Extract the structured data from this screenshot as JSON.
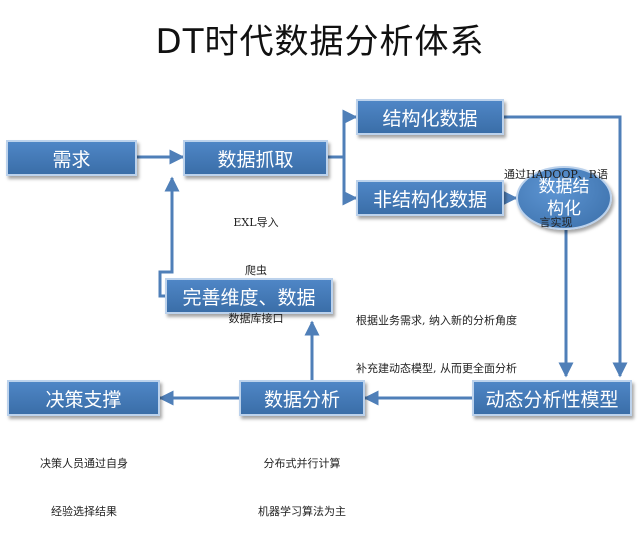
{
  "title": "DT时代数据分析体系",
  "nodes": {
    "demand": "需求",
    "data_capture": "数据抓取",
    "structured_data": "结构化数据",
    "unstructured_data": "非结构化数据",
    "data_structuring": "数据结构化",
    "improve_dimensions": "完善维度、数据",
    "dynamic_model": "动态分析性模型",
    "data_analysis": "数据分析",
    "decision_support": "决策支撑"
  },
  "notes": {
    "capture_methods": [
      "EXL导入",
      "爬虫",
      "数据库接口"
    ],
    "hadoop": [
      "通过HADOOP、R语",
      "言实现"
    ],
    "business_needs": [
      "根据业务需求, 纳入新的分析角度",
      "补充建动态模型, 从而更全面分析"
    ],
    "analysis_methods": [
      "分布式并行计算",
      "机器学习算法为主"
    ],
    "decision_notes": [
      "决策人员通过自身",
      "经验选择结果"
    ]
  },
  "colors": {
    "box_fill": "#3a6ea8",
    "box_border": "#bcd2ec",
    "connector": "#4f7fb8"
  }
}
